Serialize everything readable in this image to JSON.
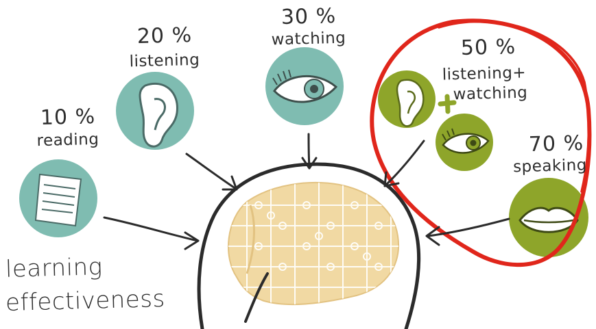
{
  "diagram": {
    "title_line1": "learning",
    "title_line2": "effectiveness",
    "nodes": [
      {
        "percent": "10 %",
        "label": "reading",
        "icon": "document-icon"
      },
      {
        "percent": "20 %",
        "label": "listening",
        "icon": "ear-icon"
      },
      {
        "percent": "30 %",
        "label": "watching",
        "icon": "eye-icon"
      },
      {
        "percent": "50 %",
        "label_line1": "listening+",
        "label_line2": "watching",
        "icons": [
          "ear-icon",
          "plus-icon",
          "eye-icon"
        ]
      },
      {
        "percent": "70 %",
        "label": "speaking",
        "icon": "mouth-icon"
      }
    ],
    "colors": {
      "teal": "#7fbcb1",
      "olive": "#8ea52a",
      "highlight_red": "#e0261b",
      "brain": "#f1d9a3",
      "ink": "#2e2e2e"
    }
  }
}
